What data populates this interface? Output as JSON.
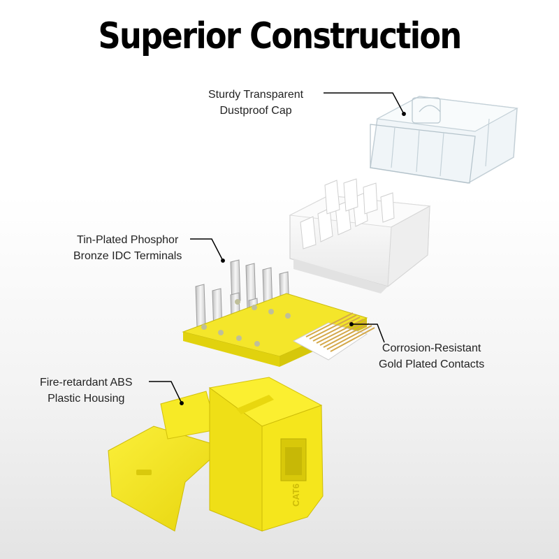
{
  "title": "Superior Construction",
  "callouts": {
    "cap": {
      "line1": "Sturdy Transparent",
      "line2": "Dustproof Cap"
    },
    "terminals": {
      "line1": "Tin-Plated Phosphor",
      "line2": "Bronze IDC Terminals"
    },
    "contacts": {
      "line1": "Corrosion-Resistant",
      "line2": "Gold Plated Contacts"
    },
    "housing": {
      "line1": "Fire-retardant ABS",
      "line2": "Plastic Housing"
    }
  },
  "housing_marking": "CAT6",
  "colors": {
    "housing": "#f5e615",
    "pcb": "#f2e41a",
    "contacts": "#d4a84a",
    "terminals": "#e6e6e6",
    "cap": "#e6eef2",
    "leader_lines": "#000000"
  }
}
